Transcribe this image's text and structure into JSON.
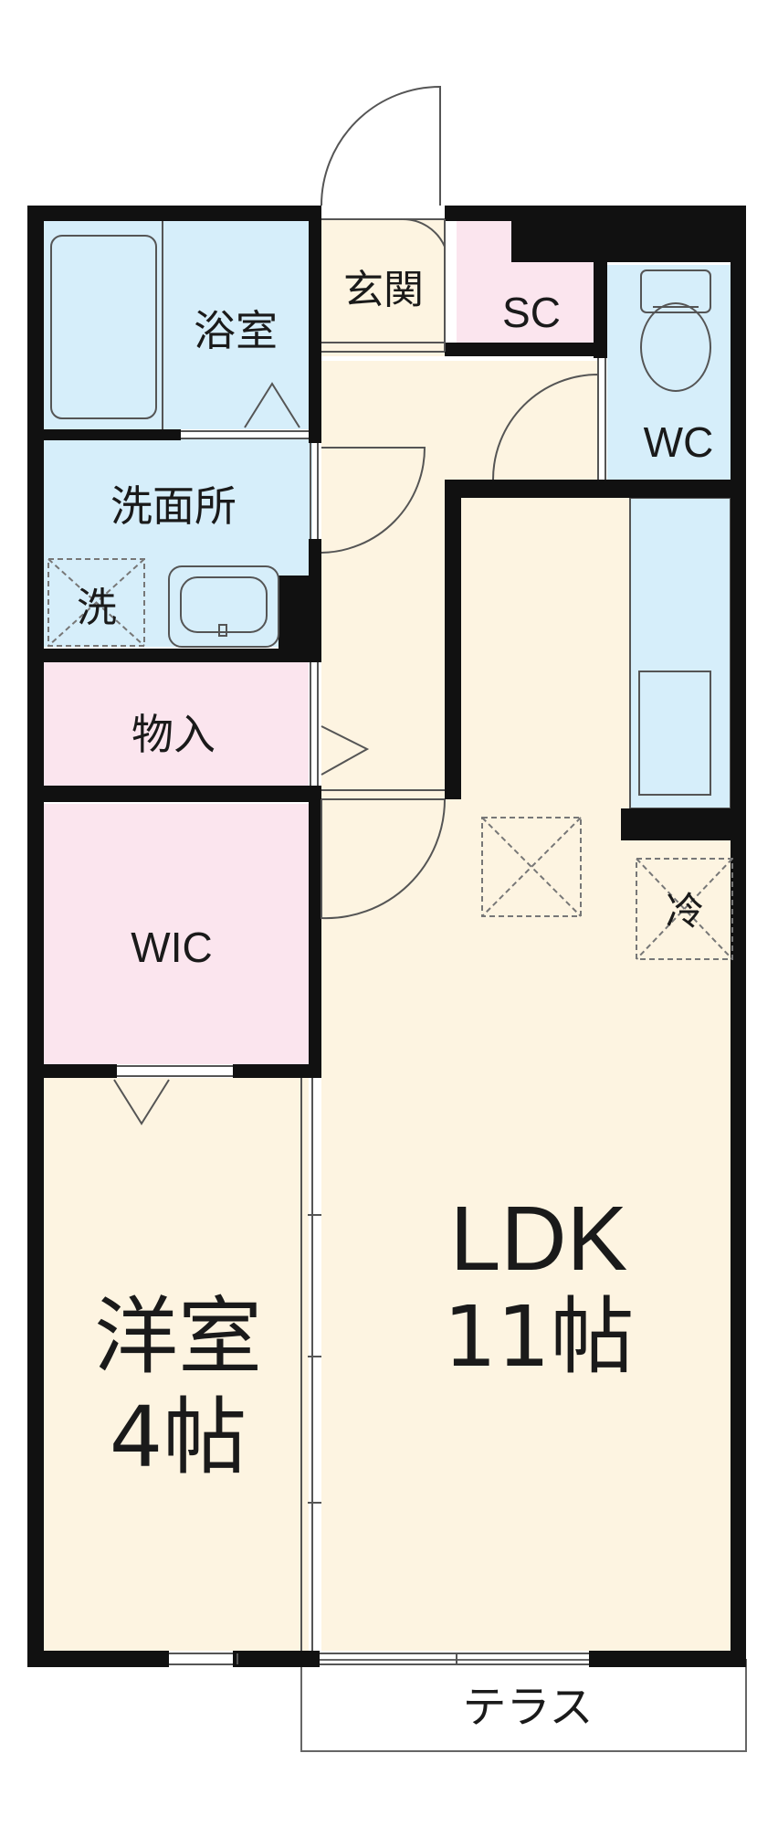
{
  "plan": {
    "colors": {
      "wet_area": "#d6eefa",
      "storage": "#fbe5ee",
      "living": "#fdf4e1",
      "wall": "#111111",
      "line": "#555555"
    },
    "rooms": {
      "bath": "浴室",
      "entrance": "玄関",
      "shoe_closet": "SC",
      "toilet": "WC",
      "washroom": "洗面所",
      "washer": "洗",
      "storage": "物入",
      "walk_in_closet": "WIC",
      "fridge": "冷",
      "western_room_name": "洋室",
      "western_room_size": "4帖",
      "ldk_name": "LDK",
      "ldk_size": "11帖",
      "terrace": "テラス"
    }
  }
}
